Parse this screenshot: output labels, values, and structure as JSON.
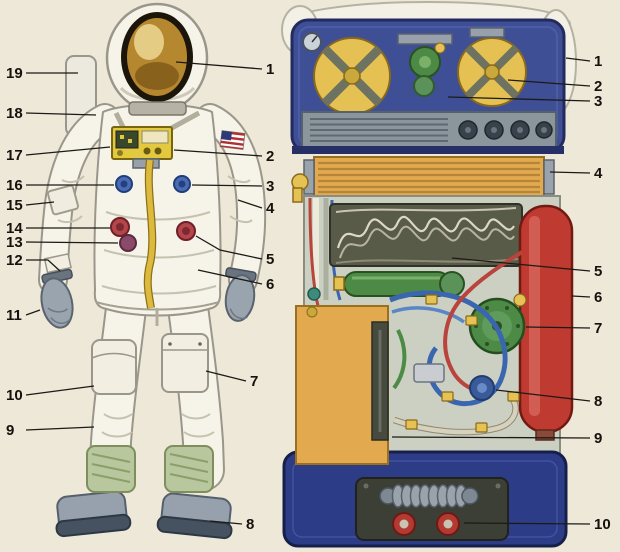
{
  "canvas": {
    "background": "#eee8d9"
  },
  "colors": {
    "paper": "#eee8d9",
    "suit_white": "#f6f3e9",
    "visor_gold": "#b5872e",
    "shell_blue": "#3f4f96",
    "base_blue": "#2c3c86",
    "tank_yellow": "#e5c053",
    "tank_red": "#bf3a31",
    "orange": "#e2a94e",
    "green": "#4c8a46",
    "boot_green": "#b9c79e",
    "glove_grey": "#9aa4ae",
    "line_black": "#1c1a16"
  },
  "suit": {
    "left": [
      "19",
      "18",
      "17",
      "16",
      "15",
      "14",
      "13",
      "12",
      "11",
      "10",
      "9"
    ],
    "right": [
      "1",
      "2",
      "3",
      "4",
      "5",
      "6",
      "7",
      "8"
    ]
  },
  "backpack": {
    "right": [
      "1",
      "2",
      "3",
      "4",
      "5",
      "6",
      "7",
      "8",
      "9",
      "10"
    ]
  }
}
